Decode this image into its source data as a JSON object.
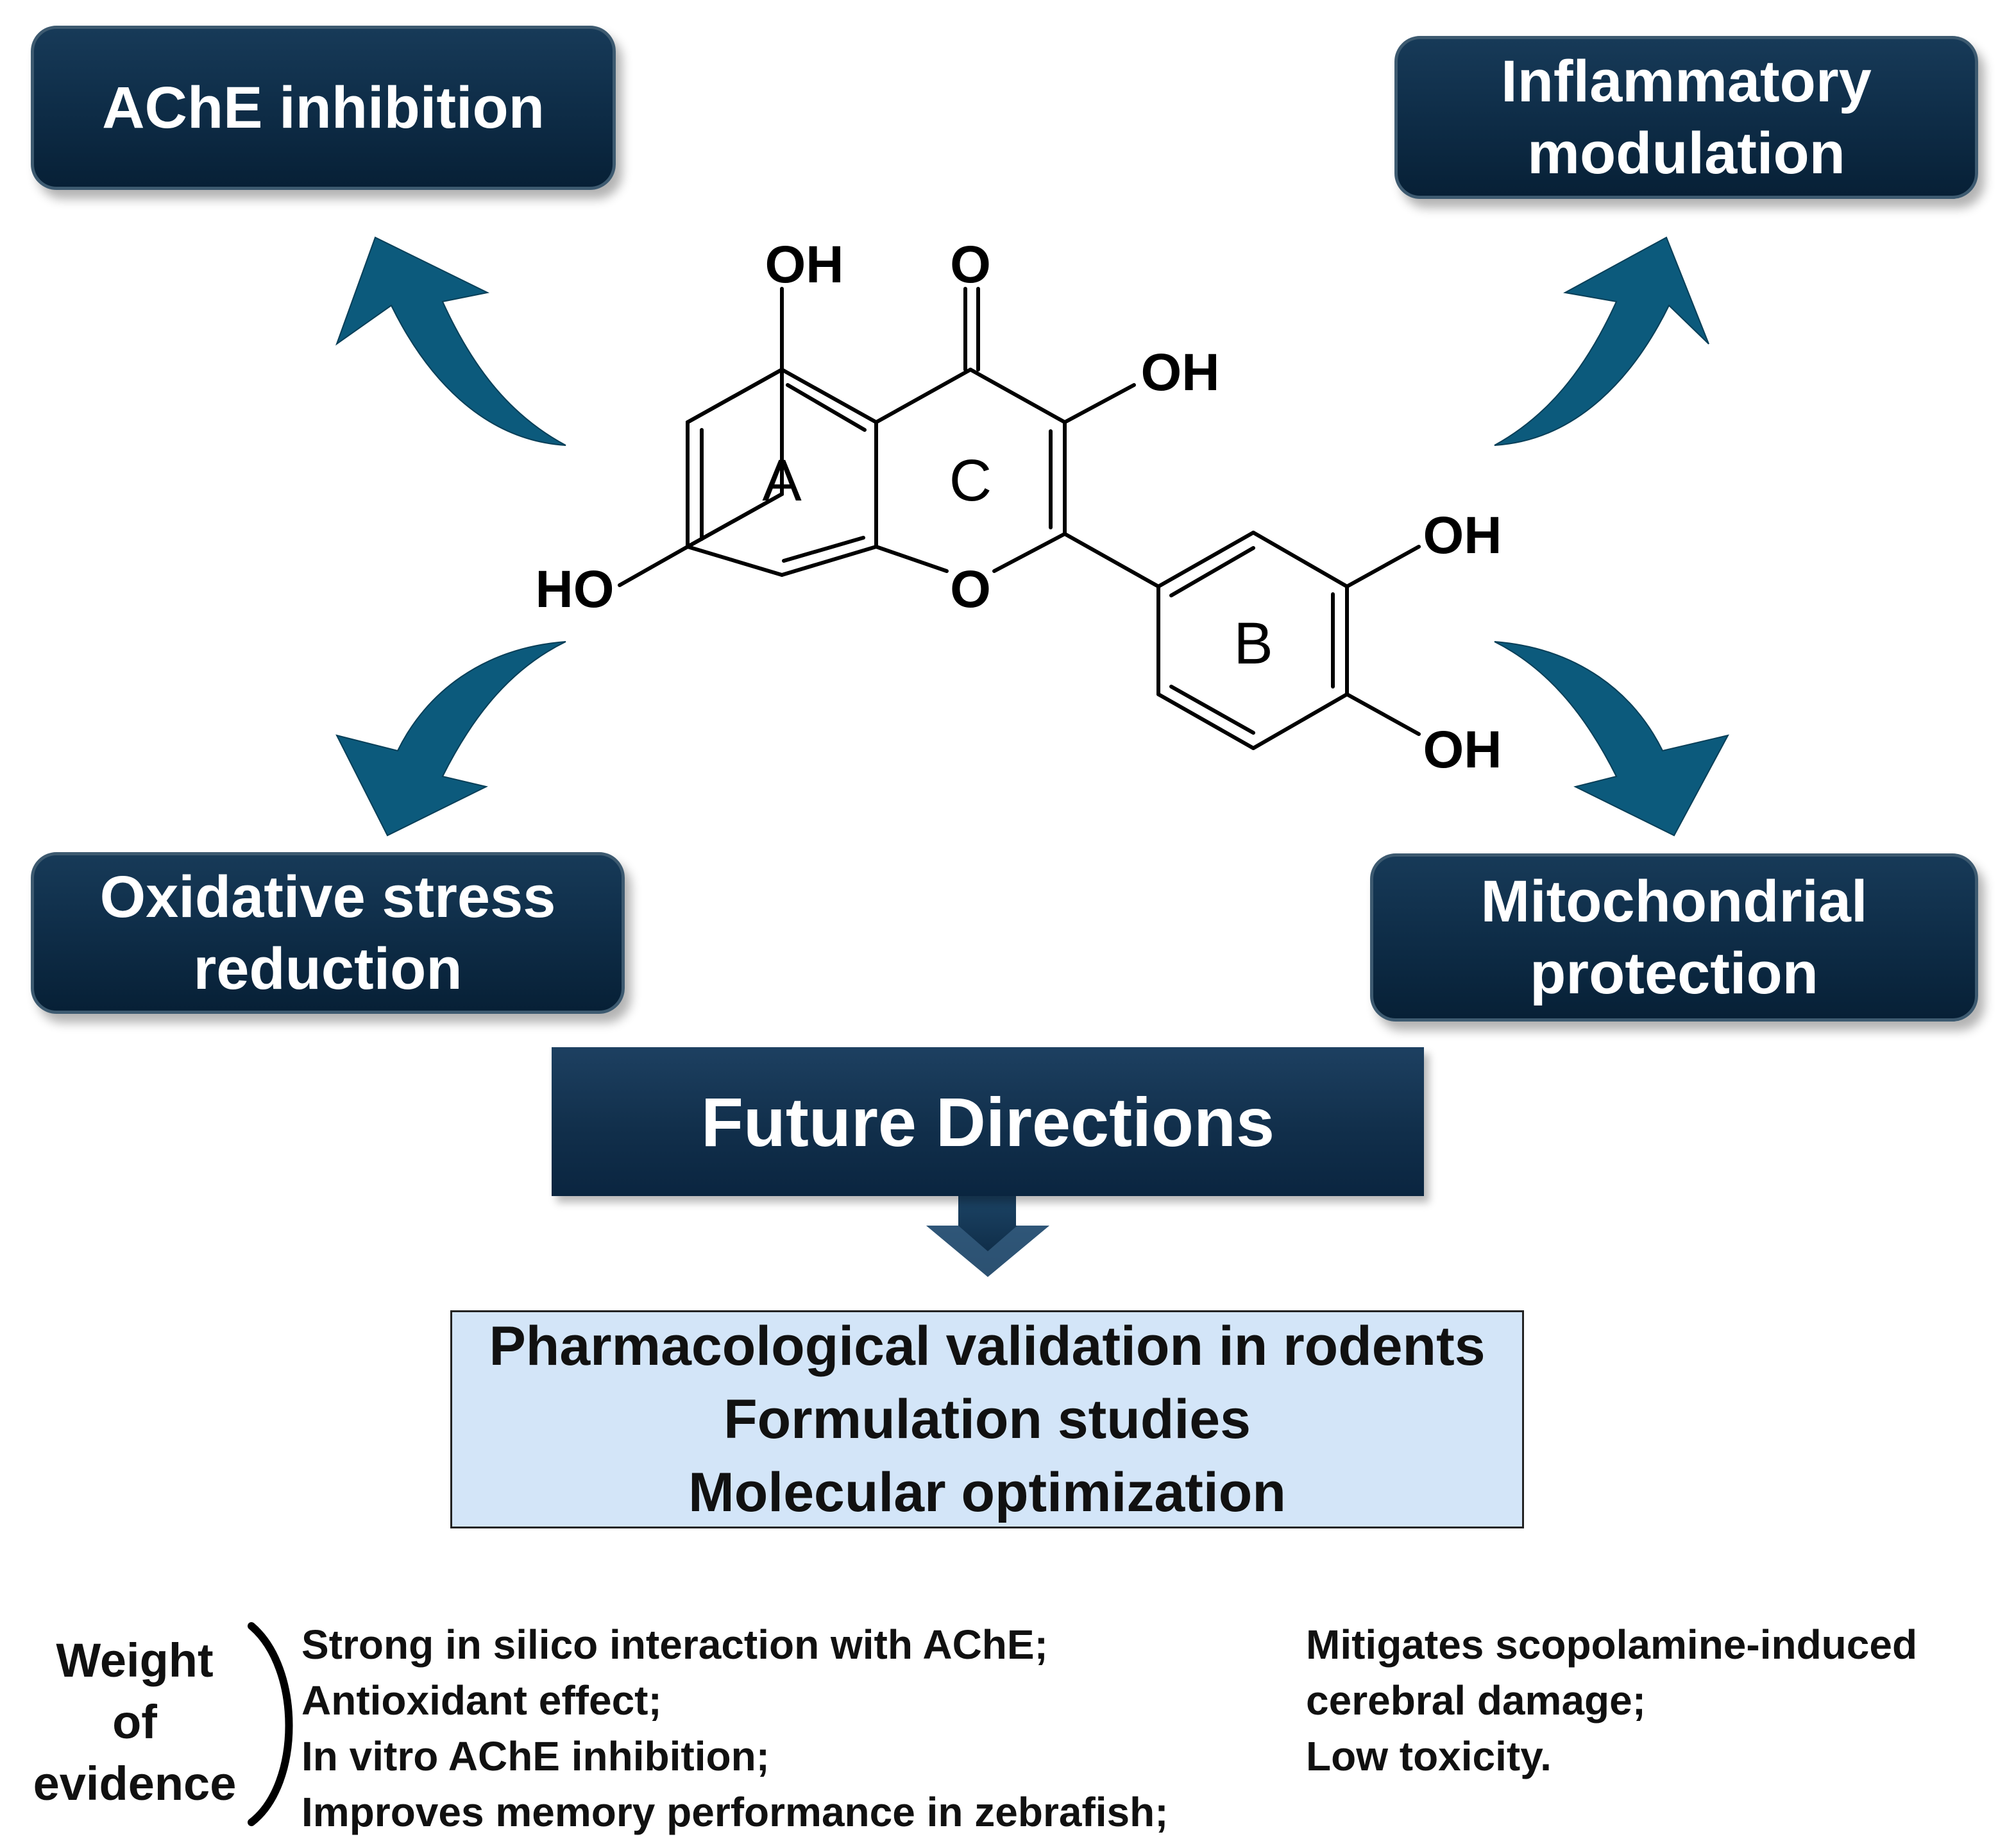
{
  "effects": {
    "ache": "AChE inhibition",
    "inflammatory": [
      "Inflammatory",
      "modulation"
    ],
    "oxidative": [
      "Oxidative stress",
      "reduction"
    ],
    "mitochondrial": [
      "Mitochondrial",
      "protection"
    ]
  },
  "molecule": {
    "labels": {
      "oh_top": "OH",
      "o_carbonyl": "O",
      "oh_c3": "OH",
      "ho_c7": "HO",
      "o_ring": "O",
      "oh_b3": "OH",
      "oh_b4": "OH"
    },
    "ring_labels": {
      "a": "A",
      "c": "C",
      "b": "B"
    }
  },
  "future_directions": {
    "title": "Future Directions",
    "items": [
      "Pharmacological validation in rodents",
      "Formulation studies",
      "Molecular optimization"
    ]
  },
  "weight_of_evidence": {
    "label": [
      "Weight",
      "of",
      "evidence"
    ],
    "left_items": [
      "Strong in silico interaction with AChE;",
      "Antioxidant effect;",
      "In vitro AChE inhibition;",
      "Improves memory performance in zebrafish;"
    ],
    "right_items": [
      "Mitigates scopolamine-induced",
      "cerebral damage;",
      "Low toxicity."
    ]
  },
  "colors": {
    "box_dark": "#0f2e49",
    "arrow_teal": "#0c5a7c",
    "directions_fill": "#d3e5f8"
  }
}
